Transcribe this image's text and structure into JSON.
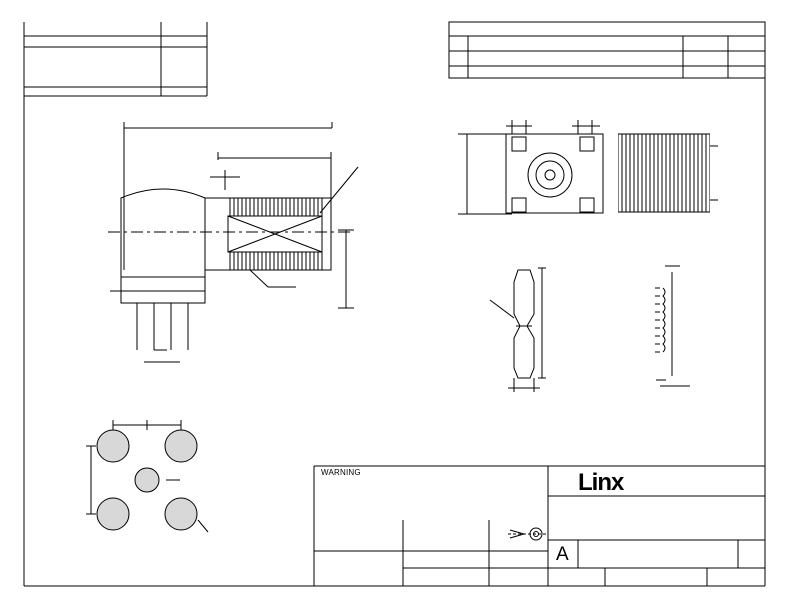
{
  "title_block": {
    "warning_label": "WARNING",
    "company_logo": "Linx",
    "size_letter": "A"
  }
}
